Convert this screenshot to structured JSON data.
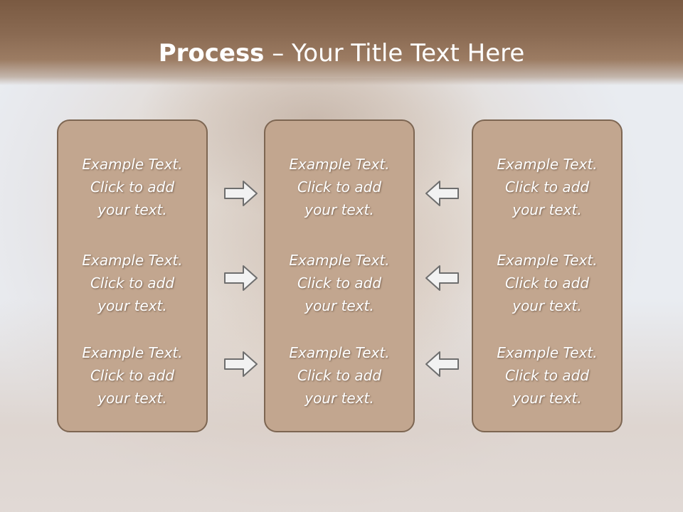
{
  "slide": {
    "title_bold": "Process",
    "title_rest": " – Your Title Text Here"
  },
  "columns": [
    {
      "items": [
        [
          "Example Text.",
          "Click  to add",
          "your text."
        ],
        [
          "Example Text.",
          "Click  to add",
          "your text."
        ],
        [
          "Example Text.",
          "Click  to add",
          "your text."
        ]
      ]
    },
    {
      "items": [
        [
          "Example Text.",
          "Click  to add",
          "your text."
        ],
        [
          "Example Text.",
          "Click  to add",
          "your text."
        ],
        [
          "Example Text.",
          "Click  to add",
          "your text."
        ]
      ]
    },
    {
      "items": [
        [
          "Example Text.",
          "Click  to add",
          "your text."
        ],
        [
          "Example Text.",
          "Click  to add",
          "your text."
        ],
        [
          "Example Text.",
          "Click  to add",
          "your text."
        ]
      ]
    }
  ],
  "arrows": {
    "left_group": "right-arrow-icon",
    "right_group": "left-arrow-icon"
  },
  "colors": {
    "header": "#8a6a52",
    "box_fill": "#c2a68f",
    "box_border": "#7d6652",
    "arrow_fill": "#f2f2f2",
    "arrow_stroke": "#6e6e6e"
  }
}
